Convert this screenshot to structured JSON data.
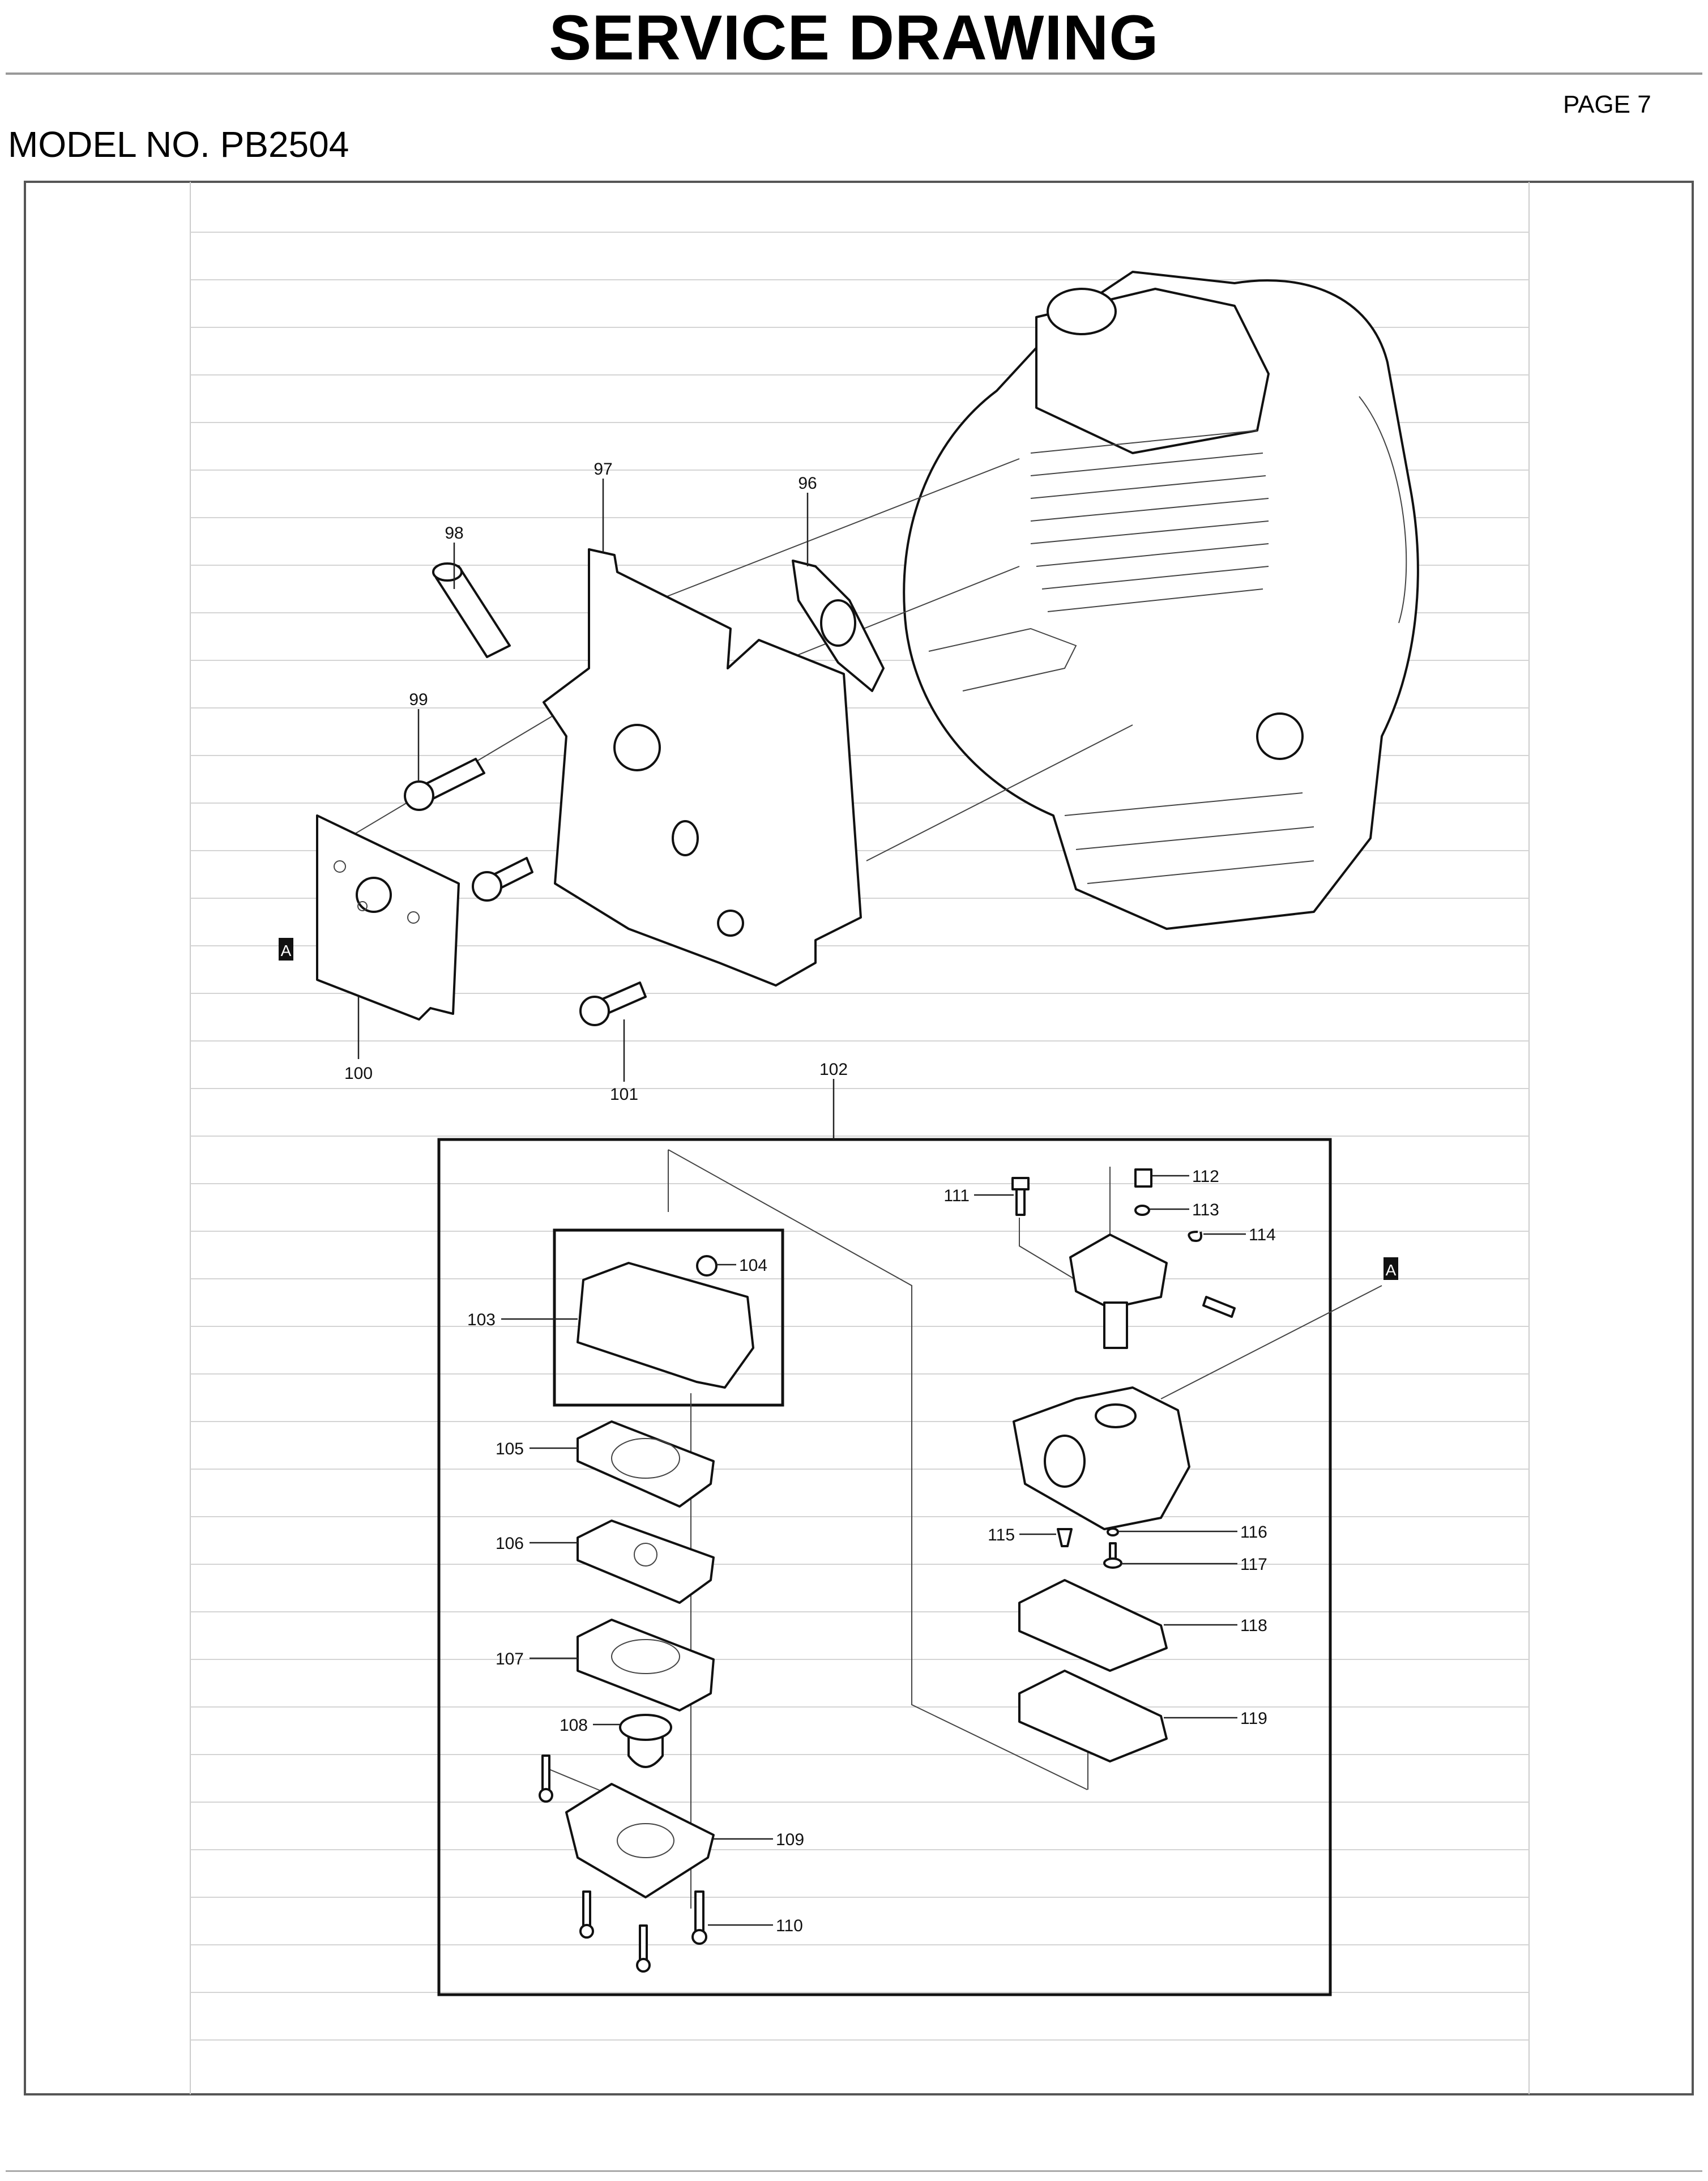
{
  "header": {
    "title": "SERVICE DRAWING",
    "page": "PAGE 7",
    "model": "MODEL NO. PB2504"
  },
  "callouts": {
    "p96": "96",
    "p97": "97",
    "p98": "98",
    "p99": "99",
    "p100": "100",
    "p101": "101",
    "p102": "102",
    "p103": "103",
    "p104": "104",
    "p105": "105",
    "p106": "106",
    "p107": "107",
    "p108": "108",
    "p109": "109",
    "p110": "110",
    "p111": "111",
    "p112": "112",
    "p113": "113",
    "p114": "114",
    "p115": "115",
    "p116": "116",
    "p117": "117",
    "p118": "118",
    "p119": "119",
    "ref_a1": "A",
    "ref_a2": "A"
  }
}
